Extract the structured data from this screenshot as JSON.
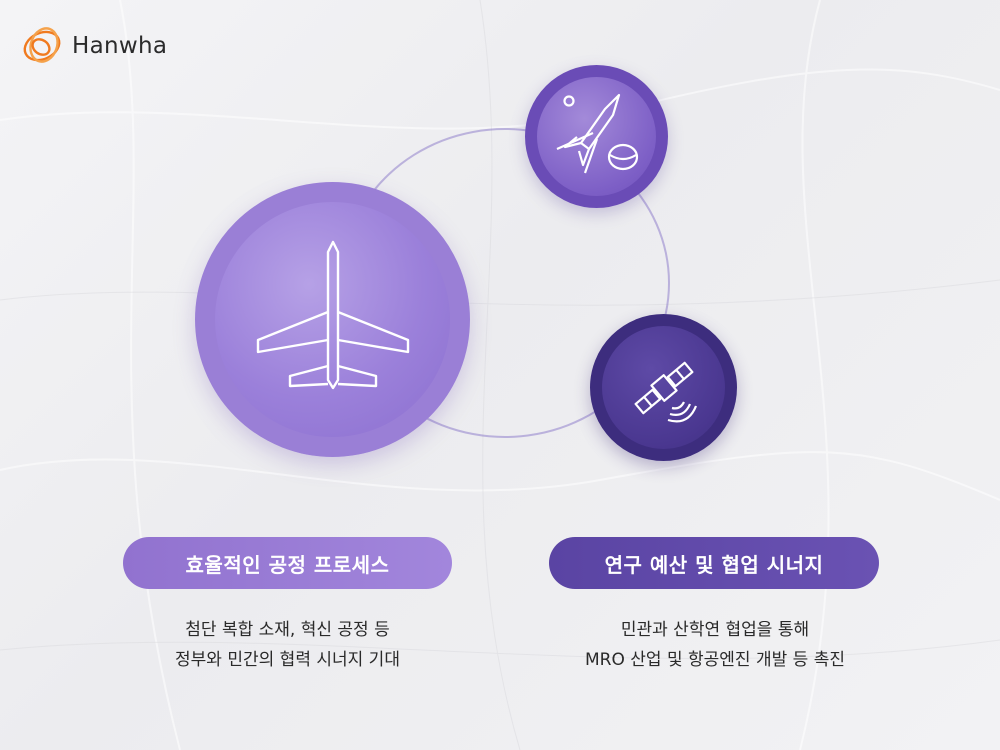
{
  "brand": {
    "name": "Hanwha",
    "mark_colors": [
      "#f07a1f",
      "#f5a24b"
    ]
  },
  "icons": {
    "large": "aircraft-icon",
    "top_right": "missile-icon",
    "bottom_right": "satellite-icon"
  },
  "colors": {
    "light_purple": "#9b80da",
    "mid_purple": "#7d5fc6",
    "dark_purple": "#4a3790"
  },
  "cards": [
    {
      "title": "효율적인 공정 프로세스",
      "lines": [
        "첨단 복합 소재, 혁신 공정 등",
        "정부와 민간의 협력 시너지 기대"
      ]
    },
    {
      "title": "연구 예산 및 협업 시너지",
      "lines": [
        "민관과 산학연 협업을 통해",
        "MRO 산업 및 항공엔진 개발 등 촉진"
      ]
    }
  ]
}
